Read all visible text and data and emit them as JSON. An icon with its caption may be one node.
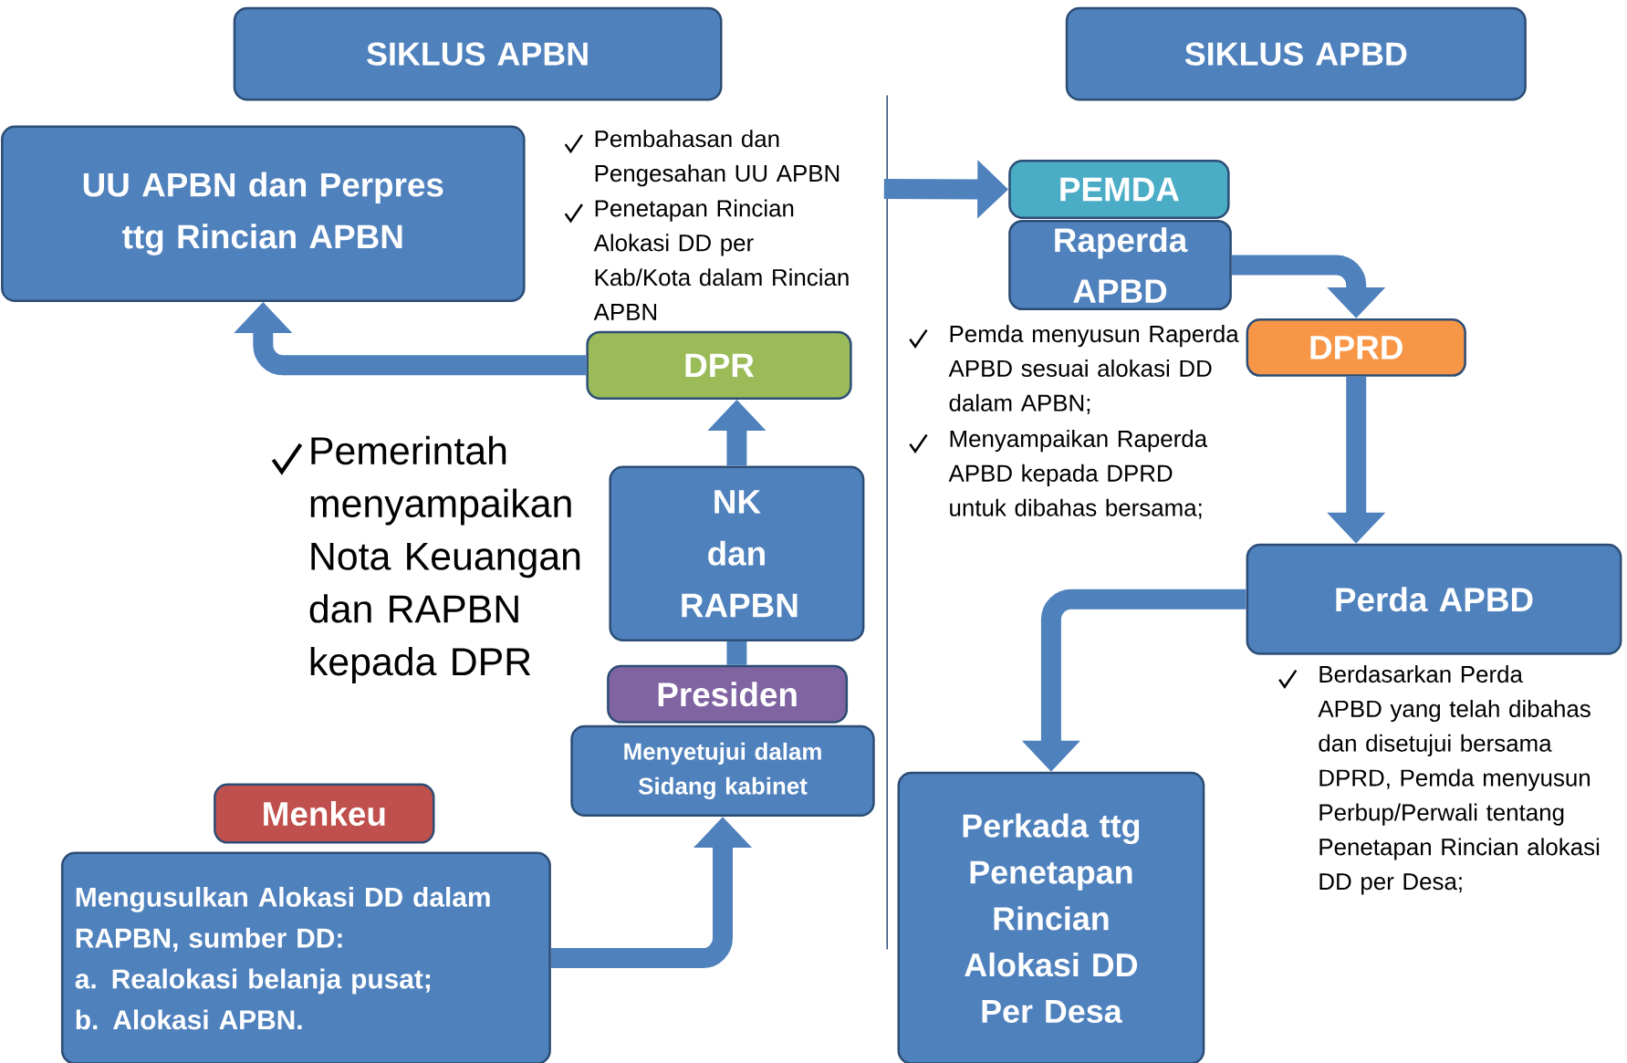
{
  "diagram": {
    "nodes": [
      {
        "text": [
          "SIKLUS APBN"
        ]
      },
      {
        "text": [
          "SIKLUS APBD"
        ]
      },
      {
        "text": [
          "UU APBN dan Perpres ttg Rincian APBN"
        ]
      },
      {
        "text": [
          "DPR"
        ]
      },
      {
        "text": [
          "NK dan RAPBN"
        ]
      },
      {
        "text": [
          "Presiden"
        ]
      },
      {
        "text": [
          "Menyetujui dalam Sidang kabinet"
        ]
      },
      {
        "text": [
          "Menkeu"
        ]
      },
      {
        "text": [
          "Mengusulkan Alokasi DD dalam RAPBN, sumber DD:",
          "a.   Realokasi belanja pusat;",
          "b.   Alokasi APBN."
        ]
      },
      {
        "text": [
          "PEMDA"
        ]
      },
      {
        "text": [
          "Raperda APBD"
        ]
      },
      {
        "text": [
          "DPRD"
        ]
      },
      {
        "text": [
          "Perda APBD"
        ]
      },
      {
        "text": [
          "Perkada ttg Penetapan Rincian Alokasi DD Per Desa"
        ]
      }
    ],
    "edges": [
      {
        "from": 8,
        "to": 6,
        "arrow": "to"
      },
      {
        "from": 5,
        "to": 4,
        "arrow": "none"
      },
      {
        "from": 4,
        "to": 3,
        "arrow": "to"
      },
      {
        "from": 3,
        "to": 2,
        "arrow": "to"
      },
      {
        "from": null,
        "to": 9,
        "arrow": "to"
      },
      {
        "from": 10,
        "to": 11,
        "arrow": "to"
      },
      {
        "from": 11,
        "to": 12,
        "arrow": "to"
      },
      {
        "from": 12,
        "to": 13,
        "arrow": "to"
      }
    ],
    "labels": [
      "Pembahasan dan Pengesahan UU APBN",
      "Penetapan Rincian Alokasi DD per Kab/Kota dalam Rincian APBN",
      "Pemerintah menyampaikan Nota Keuangan dan RAPBN kepada DPR",
      "Pemda menyusun Raperda APBD sesuai alokasi DD dalam APBN;",
      "Menyampaikan Raperda APBD kepada DPRD untuk dibahas bersama;",
      "Berdasarkan Perda APBD yang telah dibahas dan disetujui bersama DPRD, Pemda menyusun Perbup/Perwali tentang Penetapan Rincian alokasi DD per Desa;"
    ]
  }
}
